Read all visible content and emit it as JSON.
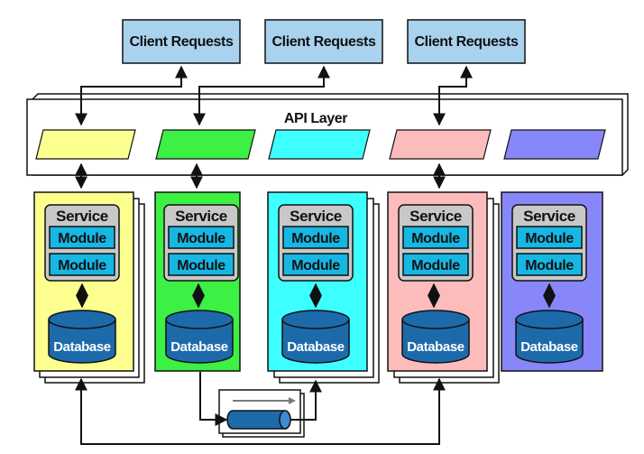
{
  "diagram": {
    "clients": [
      {
        "label": "Client Requests"
      },
      {
        "label": "Client Requests"
      },
      {
        "label": "Client Requests"
      }
    ],
    "api_layer": {
      "label": "API Layer"
    },
    "services": [
      {
        "service_label": "Service",
        "module_labels": [
          "Module",
          "Module"
        ],
        "database_label": "Database",
        "color": "#fdff8f"
      },
      {
        "service_label": "Service",
        "module_labels": [
          "Module",
          "Module"
        ],
        "database_label": "Database",
        "color": "#3cf044"
      },
      {
        "service_label": "Service",
        "module_labels": [
          "Module",
          "Module"
        ],
        "database_label": "Database",
        "color": "#3effff"
      },
      {
        "service_label": "Service",
        "module_labels": [
          "Module",
          "Module"
        ],
        "database_label": "Database",
        "color": "#fdbcbc"
      },
      {
        "service_label": "Service",
        "module_labels": [
          "Module",
          "Module"
        ],
        "database_label": "Database",
        "color": "#8787f9"
      }
    ],
    "colors": {
      "client_box": "#a9d2ef",
      "module_box": "#17b7e4",
      "service_box": "#c8c8c8",
      "database": "#1d6aab",
      "queue": "#1d6aab"
    }
  }
}
